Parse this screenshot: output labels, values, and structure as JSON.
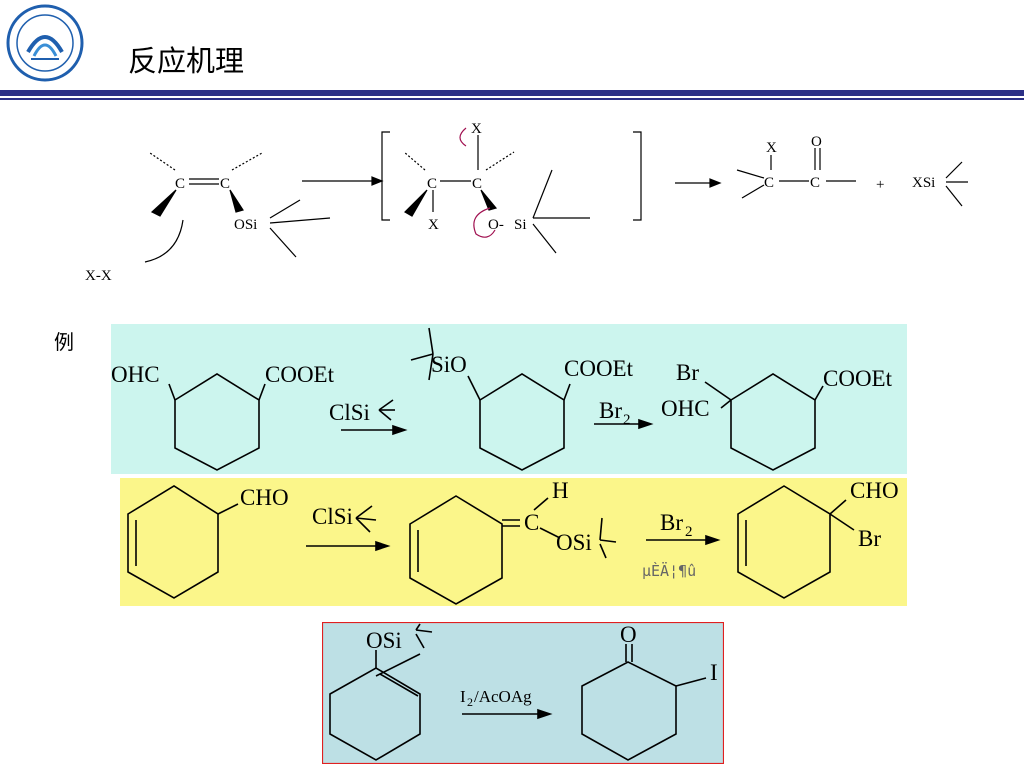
{
  "slide": {
    "title": "反应机理",
    "example_label": "例"
  },
  "mechanism": {
    "left_c1": "C",
    "left_c2": "C",
    "left_osi": "OSi",
    "xx": "X-X",
    "int_top_x": "X",
    "int_c1": "C",
    "int_c2": "C",
    "int_bottom_x": "X",
    "int_o": "O-",
    "int_si": "Si",
    "prod_x": "X",
    "prod_o": "O",
    "prod_c1": "C",
    "prod_c2": "C",
    "plus": "+",
    "xsi": "XSi"
  },
  "example1": {
    "background": "#ccf5ee",
    "sm_cho": "OHC",
    "sm_ester": "COOEt",
    "reagent1": "ClSi",
    "int_siO": "SiO",
    "int_ester": "COOEt",
    "reagent2": "Br",
    "reagent2_sub": "2",
    "prod_br": "Br",
    "prod_cho": "OHC",
    "prod_ester": "COOEt"
  },
  "example2": {
    "background": "#fbf68a",
    "sm_cho": "CHO",
    "reagent1": "ClSi",
    "int_h": "H",
    "int_c": "C",
    "int_osi": "OSi",
    "reagent2": "Br",
    "reagent2_sub": "2",
    "reagent2_note": "µÈÄ¦¶û",
    "prod_cho": "CHO",
    "prod_br": "Br"
  },
  "example3": {
    "background": "#bde0e5",
    "border": "#e02020",
    "sm_osi": "OSi",
    "reagent": "I",
    "reagent_sub": "2",
    "reagent_rest": "/AcOAg",
    "prod_o": "O",
    "prod_i": "I"
  }
}
